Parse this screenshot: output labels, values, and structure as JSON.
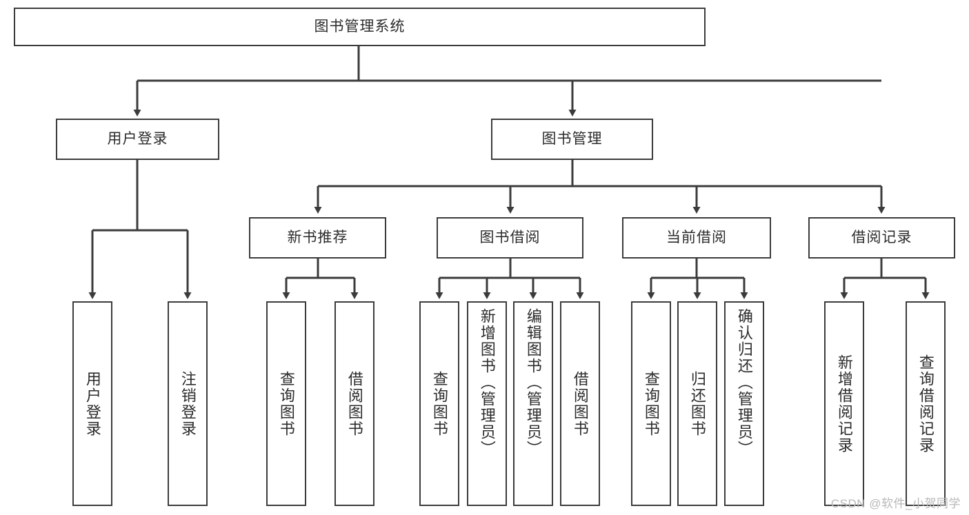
{
  "diagram": {
    "title": "图书管理系统",
    "type": "tree-hierarchy-diagram",
    "colors": {
      "box_border": "#3b3b3b",
      "box_fill": "#ffffff",
      "edge": "#3b3b3b",
      "text": "#2b2b2b",
      "watermark": "#b8b8b8",
      "background": "#ffffff"
    },
    "root": {
      "id": "root",
      "label": "图书管理系统"
    },
    "level2": [
      {
        "id": "user-login",
        "label": "用户登录"
      },
      {
        "id": "book-manage",
        "label": "图书管理"
      }
    ],
    "level3": [
      {
        "id": "new-book-rec",
        "label": "新书推荐"
      },
      {
        "id": "book-borrow",
        "label": "图书借阅"
      },
      {
        "id": "current-borrow",
        "label": "当前借阅"
      },
      {
        "id": "borrow-record",
        "label": "借阅记录"
      }
    ],
    "leaves": {
      "user_login": [
        {
          "id": "leaf-user-login",
          "label": "用户登录"
        },
        {
          "id": "leaf-logout",
          "label": "注销登录"
        }
      ],
      "new_book_rec": [
        {
          "id": "leaf-query-book-1",
          "label": "查询图书"
        },
        {
          "id": "leaf-borrow-book-1",
          "label": "借阅图书"
        }
      ],
      "book_borrow": [
        {
          "id": "leaf-query-book-2",
          "label": "查询图书"
        },
        {
          "id": "leaf-add-book",
          "label": "新增图书（管理员）"
        },
        {
          "id": "leaf-edit-book",
          "label": "编辑图书（管理员）"
        },
        {
          "id": "leaf-borrow-book-2",
          "label": "借阅图书"
        }
      ],
      "current_borrow": [
        {
          "id": "leaf-query-book-3",
          "label": "查询图书"
        },
        {
          "id": "leaf-return-book",
          "label": "归还图书"
        },
        {
          "id": "leaf-confirm-return",
          "label": "确认归还（管理员）"
        }
      ],
      "borrow_record": [
        {
          "id": "leaf-add-record",
          "label": "新增借阅记录"
        },
        {
          "id": "leaf-query-record",
          "label": "查询借阅记录"
        }
      ]
    }
  },
  "watermark": {
    "text": "CSDN @软件_小贺同学"
  }
}
